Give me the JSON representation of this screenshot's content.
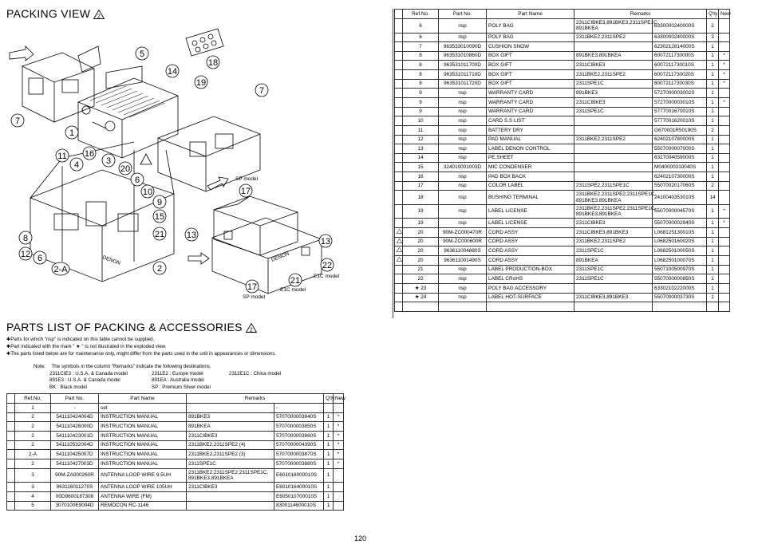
{
  "packing_view": {
    "title": "PACKING VIEW",
    "warn_mark": "2",
    "callouts": [
      "5",
      "18",
      "14",
      "19",
      "7",
      "7",
      "1",
      "11",
      "16",
      "3",
      "20",
      "4",
      "6",
      "10",
      "9",
      "15",
      "21",
      "8",
      "12",
      "6",
      "2-A",
      "2",
      "13",
      "13",
      "22",
      "21",
      "17",
      "17"
    ],
    "model_labels": {
      "sp_top": "SP model",
      "sp_bottom": "SP model",
      "e1c_left": "E1C model",
      "e1c_right": "E1C model",
      "brand": "DENON"
    }
  },
  "parts_list": {
    "title": "PARTS LIST OF PACKING & ACCESSORIES",
    "warn_mark": "2",
    "notes": [
      "Parts for which \"nsp\" is indicated on this table cannot be supplied.",
      "Part indicated with the mark \" ★ \" is not illustrated in the exploded view.",
      "The parts listed below are for maintenance only, might differ from the parts used in the unit in appearances or dimensions."
    ],
    "note_label": "Note:",
    "note_text": "The symbols in the column \"Remarks\" indicate the following destinations.",
    "destinations": {
      "col1": [
        "2311CIE3 : U.S.A. & Canada model",
        "891E3 : U.S.A. & Canada model",
        "BK : Black model"
      ],
      "col2": [
        "2311E2 : Europe model",
        "891EA : Australia model",
        "SP : Premium Silver model"
      ],
      "col3": [
        "2311E1C : China model"
      ]
    }
  },
  "headers": [
    "Ref.No.",
    "Part No.",
    "Part Name",
    "Remarks",
    "Q'ty",
    "New"
  ],
  "left_rows": [
    {
      "ref": "1",
      "part": "-",
      "name": "set",
      "remarks": "",
      "code": "-",
      "qty": "",
      "new": ""
    },
    {
      "ref": "2",
      "part": "541110424004D",
      "name": "INSTRUCTION MANUAL",
      "remarks": "891BKE3",
      "code": "5707000003840S",
      "qty": "1",
      "new": "*"
    },
    {
      "ref": "2",
      "part": "541110426000D",
      "name": "INSTRUCTION MANUAL",
      "remarks": "891BKEA",
      "code": "5707000003850S",
      "qty": "1",
      "new": "*"
    },
    {
      "ref": "2",
      "part": "541110423001D",
      "name": "INSTRUCTION MANUAL",
      "remarks": "2311CIBKE3",
      "code": "5707000003860S",
      "qty": "1",
      "new": "*"
    },
    {
      "ref": "2",
      "part": "541110532004D",
      "name": "INSTRUCTION MANUAL",
      "remarks": "2311BKE2,2311SPE2    (4)",
      "code": "5707000004390S",
      "qty": "1",
      "new": "*"
    },
    {
      "ref": "2-A",
      "part": "541110425007D",
      "name": "INSTRUCTION MANUAL",
      "remarks": "2311BKE2,2311SPE2    (3)",
      "code": "5707000003870S",
      "qty": "1",
      "new": "*"
    },
    {
      "ref": "2",
      "part": "541110427003D",
      "name": "INSTRUCTION MANUAL",
      "remarks": "2311SPE1C",
      "code": "5707000003880S",
      "qty": "1",
      "new": "*"
    },
    {
      "ref": "3",
      "part": "90M-ZA000260R",
      "name": "ANTENNA LOOP WIRE 9.5UH",
      "remarks": "2311BKE2,2311SPE2,2311SPE1C, 891BKE3,891BKEA",
      "code": "E601016000010S",
      "qty": "1",
      "new": ""
    },
    {
      "ref": "3",
      "part": "963116011270S",
      "name": "ANTENNA LOOP WIRE 105UH",
      "remarks": "2311CIBKE3",
      "code": "E601016400010S",
      "qty": "1",
      "new": ""
    },
    {
      "ref": "4",
      "part": "00D9600187308",
      "name": "ANTENNA WIRE (FM)",
      "remarks": "",
      "code": "E605010700010S",
      "qty": "1",
      "new": ""
    },
    {
      "ref": "5",
      "part": "3070100E9004D",
      "name": "REMOCON RC-1146",
      "remarks": "",
      "code": "8300114600010S",
      "qty": "1",
      "new": ""
    }
  ],
  "right_rows": [
    {
      "mark": "",
      "ref": "6",
      "part": "nsp",
      "name": "POLY BAG",
      "remarks": "2311CIBKE3,891BKE3,2311SPE1C, 891BKEA",
      "code": "6330000240000S",
      "qty": "2",
      "new": ""
    },
    {
      "mark": "",
      "ref": "6",
      "part": "nsp",
      "name": "POLY BAG",
      "remarks": "2311BKE2,2311SPE2",
      "code": "6330000240000S",
      "qty": "3",
      "new": ""
    },
    {
      "mark": "",
      "ref": "7",
      "part": "963533010090D",
      "name": "CUSHION SNOW",
      "remarks": "",
      "code": "6230212814000S",
      "qty": "1",
      "new": ""
    },
    {
      "mark": "",
      "ref": "8",
      "part": "963531010860D",
      "name": "BOX GIFT",
      "remarks": "891BKE3,891BKEA",
      "code": "6007211730000S",
      "qty": "1",
      "new": "*"
    },
    {
      "mark": "",
      "ref": "8",
      "part": "963531011700D",
      "name": "BOX GIFT",
      "remarks": "2311CIBKE3",
      "code": "6007211730010S",
      "qty": "1",
      "new": "*"
    },
    {
      "mark": "",
      "ref": "8",
      "part": "963531011710D",
      "name": "BOX GIFT",
      "remarks": "2311BKE2,2311SPE2",
      "code": "6007211730020S",
      "qty": "1",
      "new": "*"
    },
    {
      "mark": "",
      "ref": "8",
      "part": "963531011720D",
      "name": "BOX GIFT",
      "remarks": "2311SPE1C",
      "code": "6007211730030S",
      "qty": "1",
      "new": "*"
    },
    {
      "mark": "",
      "ref": "9",
      "part": "nsp",
      "name": "WARRANTY CARD",
      "remarks": "891BKE3",
      "code": "5727000003002S",
      "qty": "1",
      "new": ""
    },
    {
      "mark": "",
      "ref": "9",
      "part": "nsp",
      "name": "WARRANTY CARD",
      "remarks": "2311CIBKE3",
      "code": "5727000003010S",
      "qty": "1",
      "new": "*"
    },
    {
      "mark": "",
      "ref": "9",
      "part": "nsp",
      "name": "WARRANTY CARD",
      "remarks": "2311SPE1C",
      "code": "5777001670010S",
      "qty": "1",
      "new": ""
    },
    {
      "mark": "",
      "ref": "10",
      "part": "nsp",
      "name": "CARD S.S LIST",
      "remarks": "",
      "code": "5777001620010S",
      "qty": "1",
      "new": ""
    },
    {
      "mark": "",
      "ref": "11",
      "part": "nsp",
      "name": "BATTERY DRY",
      "remarks": "",
      "code": "G670001R50190S",
      "qty": "2",
      "new": ""
    },
    {
      "mark": "",
      "ref": "12",
      "part": "nsp",
      "name": "PAD MANUAL",
      "remarks": "2311BKE2,2311SPE2",
      "code": "6240210780000S",
      "qty": "1",
      "new": ""
    },
    {
      "mark": "",
      "ref": "13",
      "part": "nsp",
      "name": "LABEL DENON CONTROL",
      "remarks": "",
      "code": "5507000007000S",
      "qty": "1",
      "new": ""
    },
    {
      "mark": "",
      "ref": "14",
      "part": "nsp",
      "name": "PE,SHEET",
      "remarks": "",
      "code": "6327004059000S",
      "qty": "1",
      "new": ""
    },
    {
      "mark": "",
      "ref": "15",
      "part": "324010001003D",
      "name": "MIC CONDENSER",
      "remarks": "",
      "code": "M040000310040S",
      "qty": "1",
      "new": ""
    },
    {
      "mark": "",
      "ref": "16",
      "part": "nsp",
      "name": "PAD BOX BACK",
      "remarks": "",
      "code": "6240210730000S",
      "qty": "1",
      "new": ""
    },
    {
      "mark": "",
      "ref": "17",
      "part": "nsp",
      "name": "COLOR LABEL",
      "remarks": "2311SPE2,2311SPE1C",
      "code": "5507002017060S",
      "qty": "2",
      "new": ""
    },
    {
      "mark": "",
      "ref": "18",
      "part": "nsp",
      "name": "BUSHING TERMINAL",
      "remarks": "2311BKE2,2311SPE2,2311SPE1C, 891BKE3,891BKEA",
      "code": "2410040353010S",
      "qty": "14",
      "new": ""
    },
    {
      "mark": "",
      "ref": "19",
      "part": "nsp",
      "name": "LABEL LICENSE",
      "remarks": "2311BKE2,2311SPE2,2311SPE1C, 891BKE3,891BKEA",
      "code": "5507000004570S",
      "qty": "1",
      "new": "*"
    },
    {
      "mark": "",
      "ref": "19",
      "part": "nsp",
      "name": "LABEL LICENSE",
      "remarks": "2311CIBKE3",
      "code": "5507000002940S",
      "qty": "1",
      "new": "*"
    },
    {
      "mark": "warn",
      "ref": "20",
      "part": "90M-ZC000470R",
      "name": "CORD ASSY",
      "remarks": "2311CIBKE3,891BKE3",
      "code": "L068125130010S",
      "qty": "1",
      "new": ""
    },
    {
      "mark": "warn",
      "ref": "20",
      "part": "90M-ZC000600R",
      "name": "CORD ASSY",
      "remarks": "2311BKE2,2311SPE2",
      "code": "L068250160020S",
      "qty": "1",
      "new": ""
    },
    {
      "mark": "warn",
      "ref": "20",
      "part": "963611004880S",
      "name": "CORD ASSY",
      "remarks": "2311SPE1C",
      "code": "L068250100050S",
      "qty": "1",
      "new": ""
    },
    {
      "mark": "warn",
      "ref": "20",
      "part": "963611001490S",
      "name": "CORD ASSY",
      "remarks": "891BKEA",
      "code": "L068250100070S",
      "qty": "1",
      "new": ""
    },
    {
      "mark": "",
      "ref": "21",
      "part": "nsp",
      "name": "LABEL PRODUCTION-BOX",
      "remarks": "2311SPE1C",
      "code": "5507100500970S",
      "qty": "1",
      "new": ""
    },
    {
      "mark": "",
      "ref": "22",
      "part": "nsp",
      "name": "LABEL CRoHS",
      "remarks": "2311SPE1C",
      "code": "5507000000850S",
      "qty": "1",
      "new": ""
    },
    {
      "mark": "star",
      "ref": "23",
      "part": "nsp",
      "name": "POLY BAG ACCESSORY",
      "remarks": "",
      "code": "6330210222000S",
      "qty": "1",
      "new": ""
    },
    {
      "mark": "star",
      "ref": "24",
      "part": "nsp",
      "name": "LABEL HOT-SURFACE",
      "remarks": "2311CIBKE3,891BKE3",
      "code": "5507000003730S",
      "qty": "1",
      "new": ""
    },
    {
      "mark": "",
      "ref": "",
      "part": "",
      "name": "",
      "remarks": "",
      "code": "",
      "qty": "",
      "new": ""
    }
  ],
  "page_number": "120"
}
